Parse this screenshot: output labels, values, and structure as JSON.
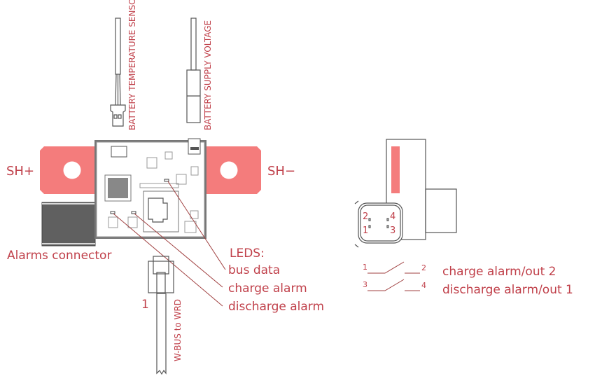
{
  "labels": {
    "temp_sensor": "BATTERY TEMPERATURE SENSOR",
    "supply_voltage": "BATTERY SUPPLY VOLTAGE",
    "sh_plus": "SH+",
    "sh_minus": "SH−",
    "alarms_connector": "Alarms connector",
    "leds_title": "LEDS:",
    "led_bus_data": "bus data",
    "led_charge_alarm": "charge alarm",
    "led_discharge_alarm": "discharge alarm",
    "wbus_pin": "1",
    "wbus": "W-BUS to WRD"
  },
  "connector": {
    "pins": [
      "2",
      "4",
      "1",
      "3"
    ],
    "switches": [
      {
        "from": "1",
        "to": "2",
        "label": "charge alarm/out 2"
      },
      {
        "from": "3",
        "to": "4",
        "label": "discharge alarm/out 1"
      }
    ]
  },
  "colors": {
    "accent": "#f47c7c",
    "text": "#c0404a",
    "connector_dark": "#606060"
  }
}
